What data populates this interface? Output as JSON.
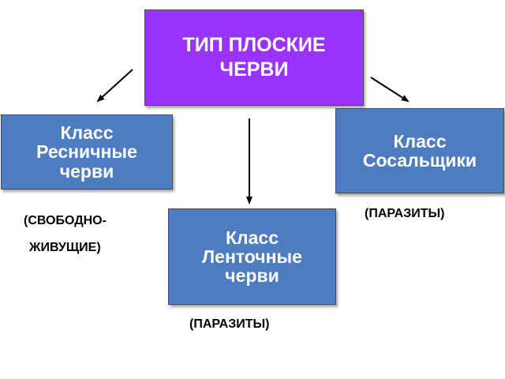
{
  "colors": {
    "root_fill": "#9b33ff",
    "class_fill": "#4d7cc0",
    "arrow": "#000000",
    "text_on_box": "#ffffff"
  },
  "root": {
    "line1": "ТИП ПЛОСКИЕ",
    "line2": "ЧЕРВИ"
  },
  "classes": {
    "left": {
      "line1": "Класс",
      "line2": "Ресничные",
      "line3": "черви"
    },
    "right": {
      "line1": "Класс",
      "line2": "Сосальщики"
    },
    "mid": {
      "line1": "Класс",
      "line2": "Ленточные",
      "line3": "черви"
    }
  },
  "notes": {
    "left_line1": "(СВОБОДНО-",
    "left_line2": "ЖИВУЩИЕ)",
    "right": "(ПАРАЗИТЫ)",
    "mid": "(ПАРАЗИТЫ)"
  }
}
